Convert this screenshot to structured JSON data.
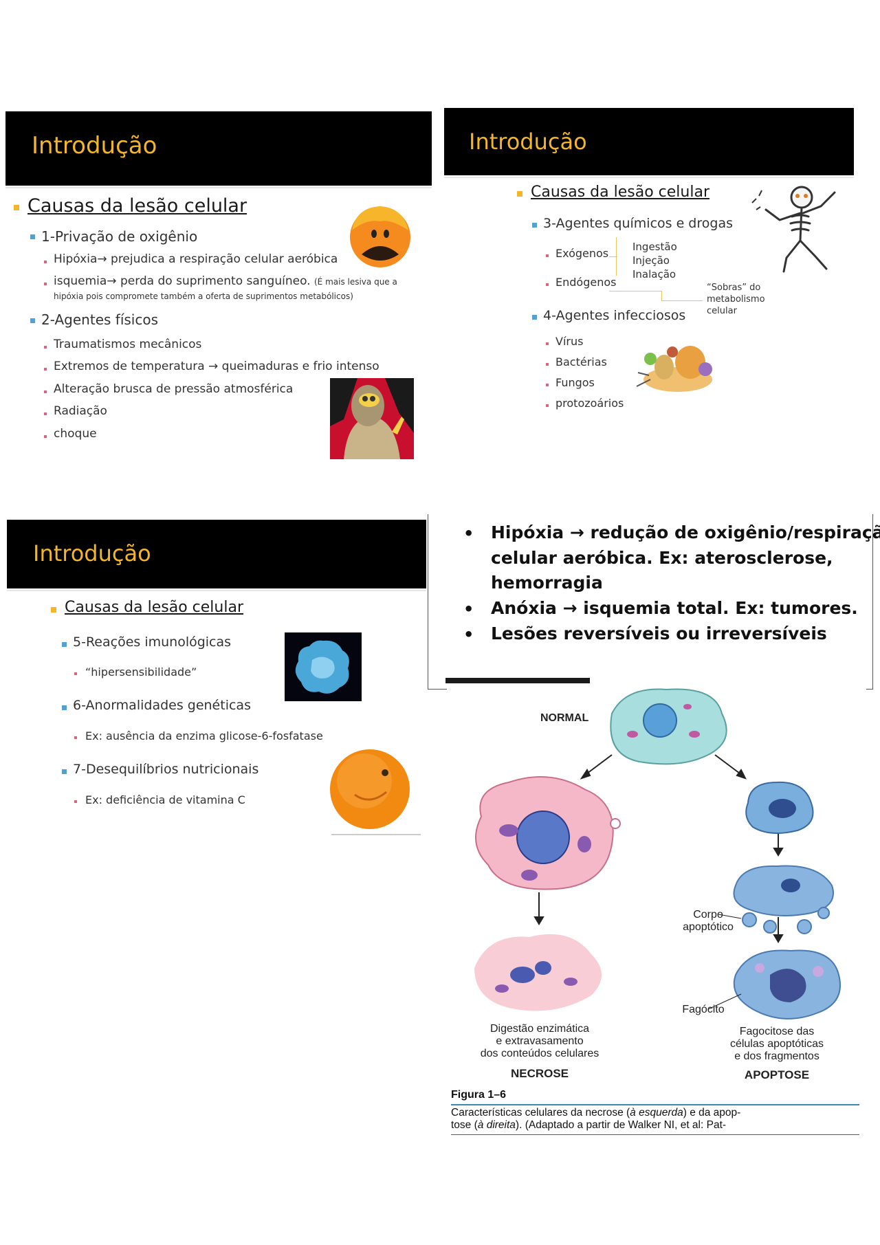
{
  "slide1": {
    "title": "Introdução",
    "heading": "Causas da lesão celular",
    "item1": "1-Privação de oxigênio",
    "item1_sub1": "Hipóxia→ prejudica a respiração celular aeróbica",
    "item1_sub2_main": "isquemia→ perda do suprimento sanguíneo.",
    "item1_sub2_note1": "(É mais lesiva que a",
    "item1_sub2_note2": "hipóxia pois compromete também a oferta de suprimentos metabólicos)",
    "item2": "2-Agentes físicos",
    "item2_subs": [
      "Traumatismos mecânicos",
      "Extremos de temperatura → queimaduras e frio intenso",
      "Alteração brusca de pressão atmosférica",
      "Radiação",
      "choque"
    ]
  },
  "slide2": {
    "title": "Introdução",
    "heading": "Causas da lesão celular",
    "item3": "3-Agentes químicos e drogas",
    "exogenos": "Exógenos",
    "endogenos": "Endógenos",
    "routes": [
      "Ingestão",
      "Injeção",
      "Inalação"
    ],
    "sobras": [
      "“Sobras” do",
      "metabolismo",
      "celular"
    ],
    "item4": "4-Agentes infecciosos",
    "item4_subs": [
      "Vírus",
      "Bactérias",
      "Fungos",
      "protozoários"
    ]
  },
  "slide3": {
    "title": "Introdução",
    "heading": "Causas da lesão celular",
    "item5": "5-Reações imunológicas",
    "item5_sub": "“hipersensibilidade”",
    "item6": "6-Anormalidades genéticas",
    "item6_sub": "Ex: ausência da enzima glicose-6-fosfatase",
    "item7": "7-Desequilíbrios nutricionais",
    "item7_sub": "Ex: deficiência de vitamina C"
  },
  "notes": {
    "bullets": [
      [
        "Hipóxia ",
        " redução de oxigênio/respiração"
      ],
      [
        "celular aeróbica. Ex: aterosclerose,"
      ],
      [
        "hemorragia"
      ],
      [
        "Anóxia ",
        " isquemia total. Ex: tumores."
      ],
      [
        "Lesões reversíveis ou irreversíveis"
      ]
    ],
    "line1a": "Hipóxia ",
    "line1b": " redução de oxigênio/respiração",
    "line2": "celular aeróbica. Ex: aterosclerose,",
    "line3": "hemorragia",
    "line4a": "Anóxia ",
    "line4b": " isquemia total. Ex: tumores.",
    "line5": "Lesões reversíveis ou irreversíveis"
  },
  "figure": {
    "normal": "NORMAL",
    "necrose_desc": [
      "Digestão enzimática",
      "e extravasamento",
      "dos conteúdos celulares"
    ],
    "necrose": "NECROSE",
    "corpo": [
      "Corpo",
      "apoptótico"
    ],
    "fagocito": "Fagócito",
    "apoptose_desc": [
      "Fagocitose das",
      "células apoptóticas",
      "e dos fragmentos"
    ],
    "apoptose": "APOPTOSE",
    "fig_label": "Figura 1–6",
    "caption1_a": "Características celulares da necrose (",
    "caption1_b": "à esquerda",
    "caption1_c": ") e da apop-",
    "caption2_a": "tose (",
    "caption2_b": "à direita",
    "caption2_c": "). (Adaptado a partir de Walker NI, et al: Pat-"
  },
  "colors": {
    "title": "#f3b52a",
    "header_bg": "#000000",
    "bullet_blue": "#55a0d0",
    "bullet_pink": "#e06080"
  }
}
